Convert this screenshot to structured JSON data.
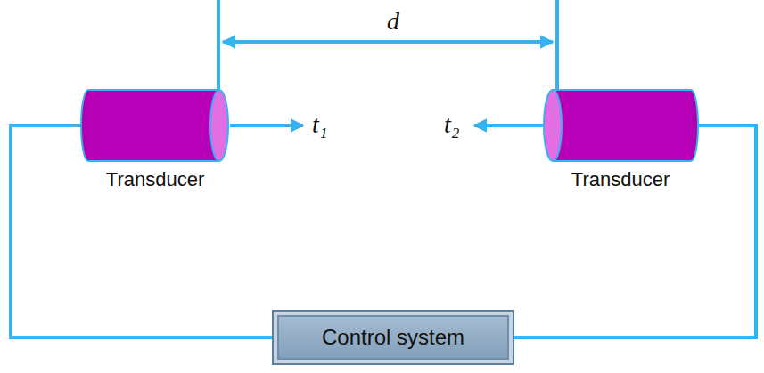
{
  "diagram": {
    "nodes": [
      {
        "text": [
          "Transducer"
        ]
      },
      {
        "text": [
          "Transducer"
        ]
      },
      {
        "text": [
          "Control system"
        ]
      }
    ],
    "edges": [
      {
        "from": 0,
        "to": 2,
        "arrow": "none"
      },
      {
        "from": 1,
        "to": 2,
        "arrow": "none"
      }
    ],
    "labels": [
      "d",
      "t₁",
      "t₂"
    ]
  }
}
